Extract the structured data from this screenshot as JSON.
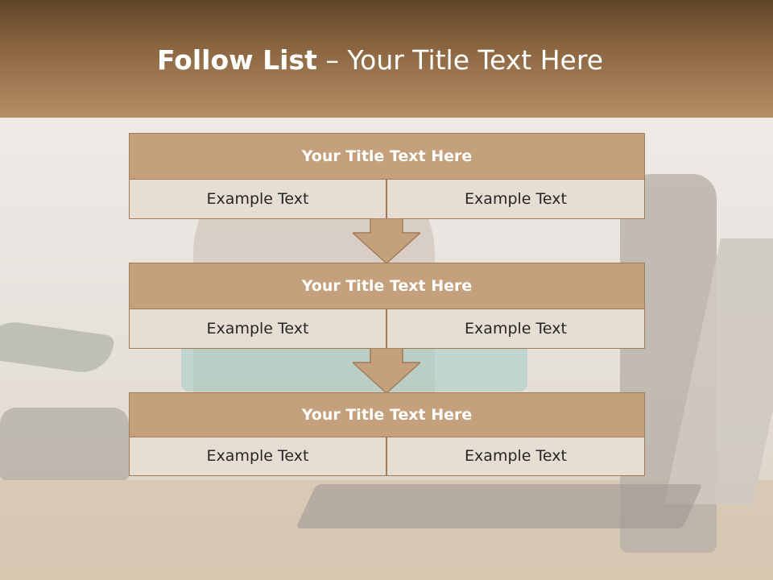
{
  "header": {
    "title_strong": "Follow List",
    "title_separator": " – ",
    "title_rest": "Your Title Text Here"
  },
  "blocks": [
    {
      "title": "Your Title Text Here",
      "left": "Example Text",
      "right": "Example Text"
    },
    {
      "title": "Your Title Text Here",
      "left": "Example Text",
      "right": "Example Text"
    },
    {
      "title": "Your Title Text Here",
      "left": "Example Text",
      "right": "Example Text"
    }
  ],
  "colors": {
    "header_dark": "#5e4427",
    "header_light": "#b58f65",
    "block_title": "#c4a17c",
    "cell": "#e6ddd3",
    "border": "#a07c58"
  }
}
